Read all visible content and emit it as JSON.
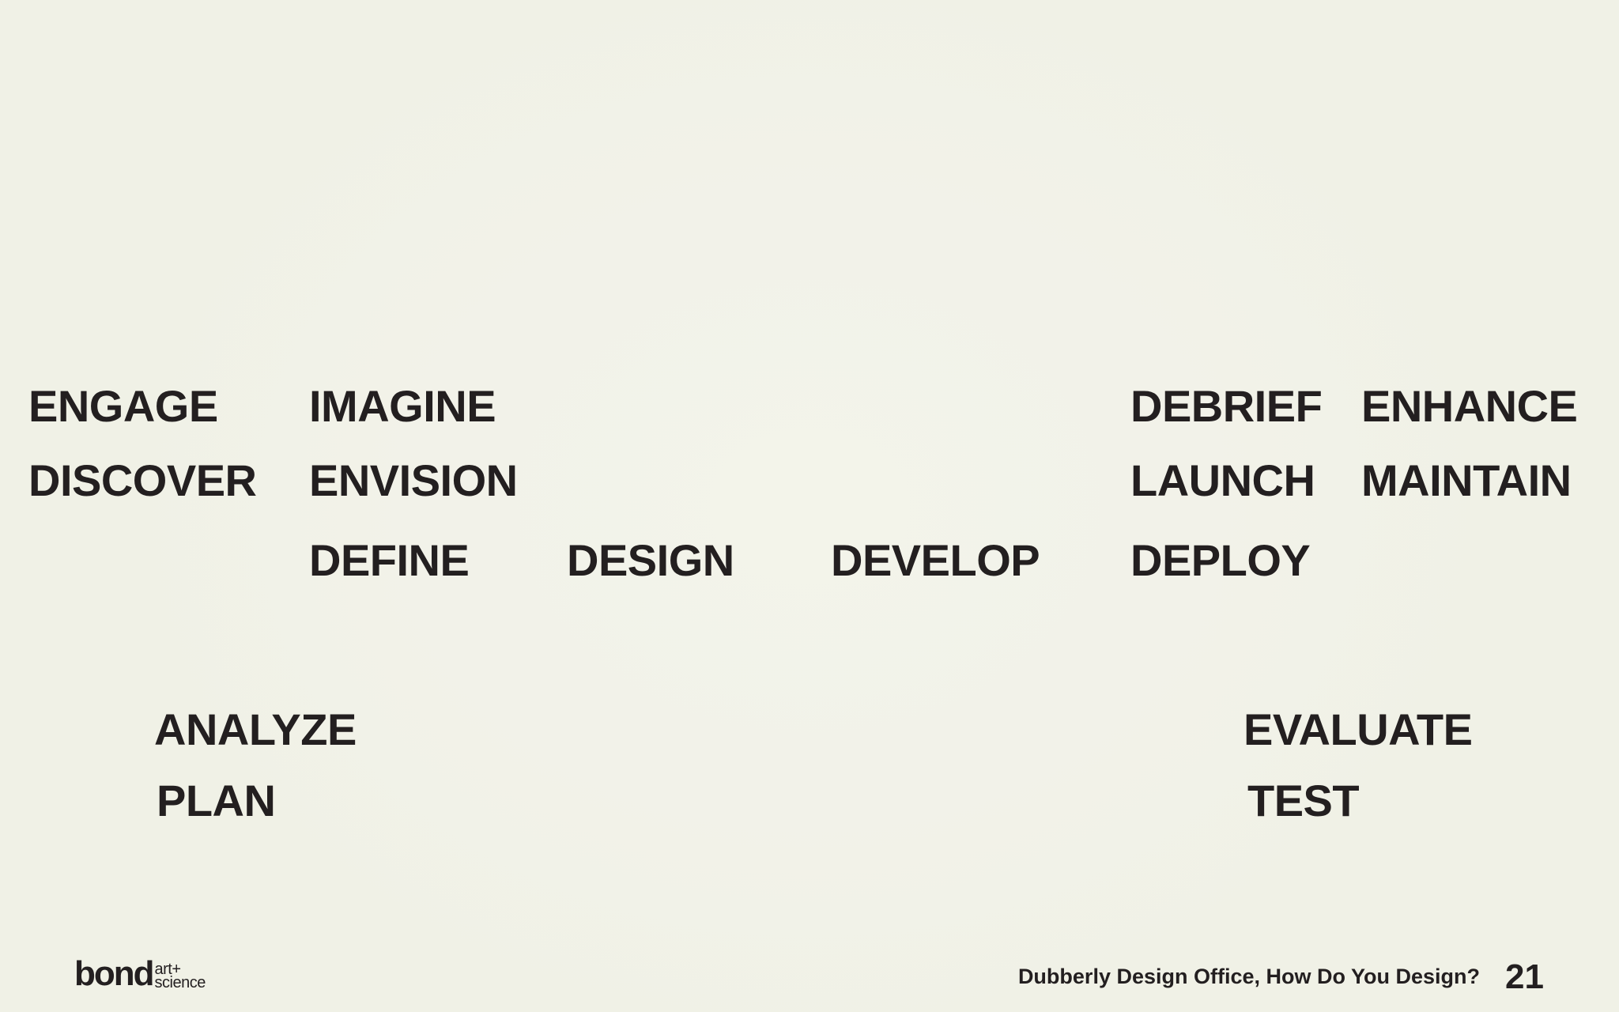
{
  "slide": {
    "words": {
      "engage": "ENGAGE",
      "discover": "DISCOVER",
      "imagine": "IMAGINE",
      "envision": "ENVISION",
      "define": "DEFINE",
      "design": "DESIGN",
      "develop": "DEVELOP",
      "debrief": "DEBRIEF",
      "launch": "LAUNCH",
      "deploy": "DEPLOY",
      "enhance": "ENHANCE",
      "maintain": "MAINTAIN",
      "analyze": "ANALYZE",
      "plan": "PLAN",
      "evaluate": "EVALUATE",
      "test": "TEST"
    }
  },
  "footer": {
    "logo_main": "bond",
    "logo_sub_1": "art+",
    "logo_sub_2": "science",
    "credit": "Dubberly Design Office, How Do You Design?",
    "page_number": "21"
  }
}
